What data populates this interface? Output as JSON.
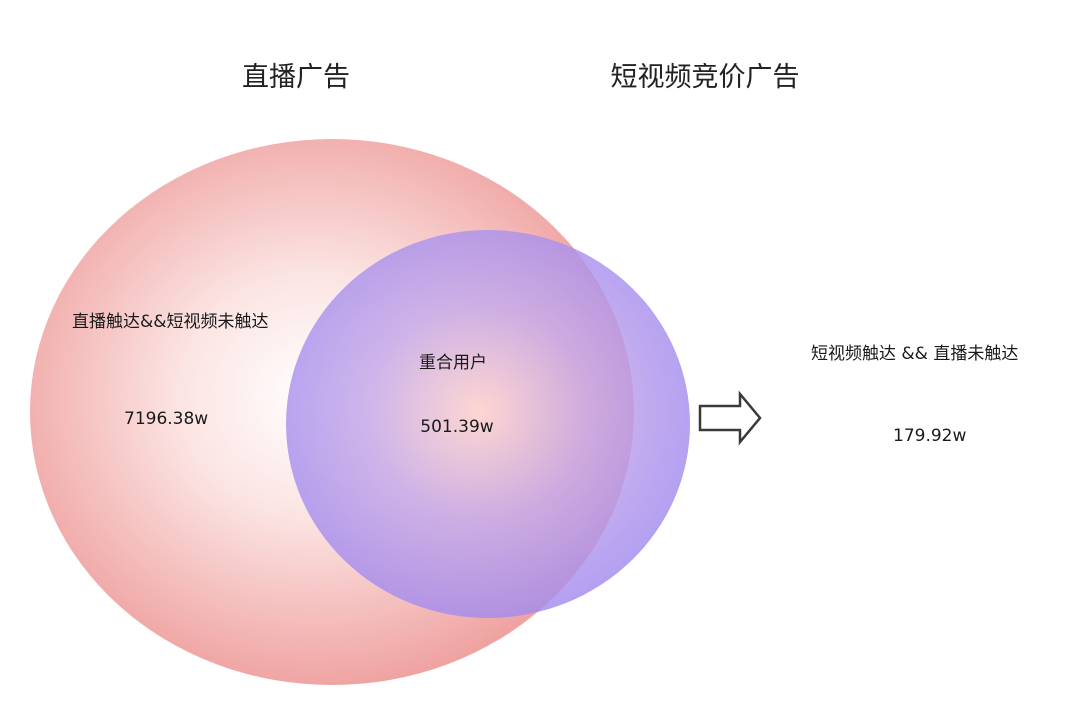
{
  "sets": [
    {
      "name": "直播广告",
      "color": "#ee9e9c"
    },
    {
      "name": "短视频竞价广告",
      "color": "#a08cf5"
    }
  ],
  "regions": {
    "live_only": {
      "label": "直播触达&&短视频未触达",
      "value": "7196.38w"
    },
    "overlap": {
      "label": "重合用户",
      "value": "501.39w"
    },
    "video_only": {
      "label": "短视频触达 && 直播未触达",
      "value": "179.92w"
    }
  },
  "arrow": {
    "icon": "right-arrow-icon",
    "direction": "right"
  }
}
